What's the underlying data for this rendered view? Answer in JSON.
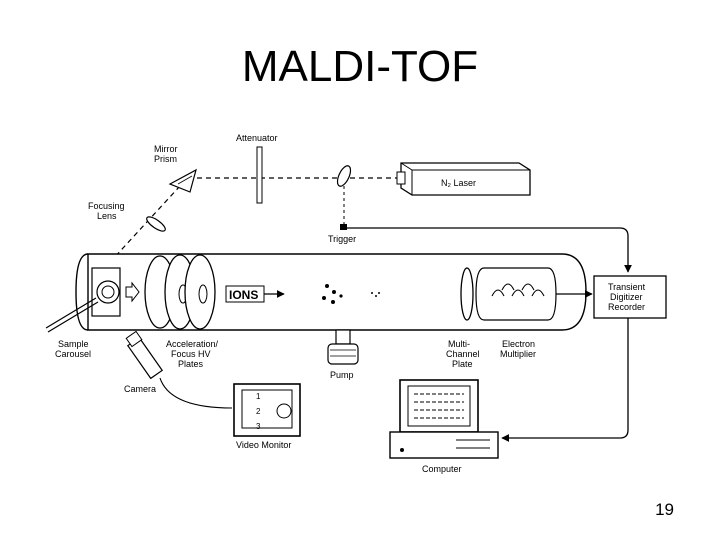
{
  "slide": {
    "title": "MALDI-TOF",
    "page_number": "19"
  },
  "diagram": {
    "labels": {
      "attenuator": "Attenuator",
      "mirror": "Mirror",
      "prism": "Prism",
      "focusing": "Focusing",
      "lens": "Lens",
      "laser": "N₂ Laser",
      "trigger": "Trigger",
      "transient_1": "Transient",
      "transient_2": "Digitizer",
      "transient_3": "Recorder",
      "ions": "IONS",
      "sample_1": "Sample",
      "sample_2": "Carousel",
      "accel_1": "Acceleration/",
      "accel_2": "Focus HV",
      "accel_3": "Plates",
      "pump": "Pump",
      "mcp_1": "Multi-",
      "mcp_2": "Channel",
      "mcp_3": "Plate",
      "em_1": "Electron",
      "em_2": "Multiplier",
      "camera": "Camera",
      "video_monitor": "Video Monitor",
      "computer": "Computer",
      "monitor_1": "1",
      "monitor_2": "2",
      "monitor_3": "3"
    }
  }
}
